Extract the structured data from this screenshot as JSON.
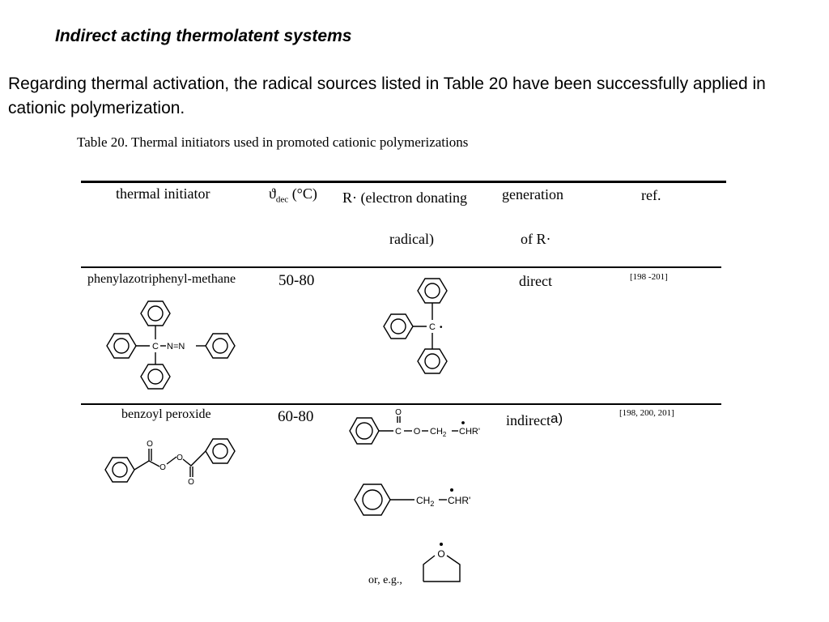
{
  "slide": {
    "title": "Indirect acting thermolatent systems",
    "intro": "Regarding thermal activation, the radical sources listed in Table 20 have been successfully applied in cationic polymerization."
  },
  "table": {
    "caption": "Table 20. Thermal initiators used in promoted cationic polymerizations",
    "headers": {
      "initiator": "thermal initiator",
      "theta_symbol": "ϑ",
      "theta_sub": "dec",
      "theta_unit": "(°C)",
      "radical_line1": "R· (electron donating",
      "radical_line2": "radical)",
      "generation_line1": "generation",
      "generation_line2": "of R·",
      "ref": "ref."
    },
    "rows": [
      {
        "initiator": "phenylazotriphenyl-methane",
        "temperature": "50-80",
        "generation": "direct",
        "generation_note": "",
        "ref": "[198 -201]"
      },
      {
        "initiator": "benzoyl peroxide",
        "temperature": "60-80",
        "generation": "indirect",
        "generation_note": "a)",
        "ref": "[198, 200, 201]",
        "example_prefix": "or, e.g.,"
      }
    ]
  },
  "structures": {
    "atom_c": "C",
    "atom_n": "N",
    "atom_o": "O",
    "azo_bond": "N=N",
    "ester_o": "O",
    "ch2": "CH",
    "ch2_sub": "2",
    "chr": "CHR'",
    "radical_dot": "•"
  }
}
